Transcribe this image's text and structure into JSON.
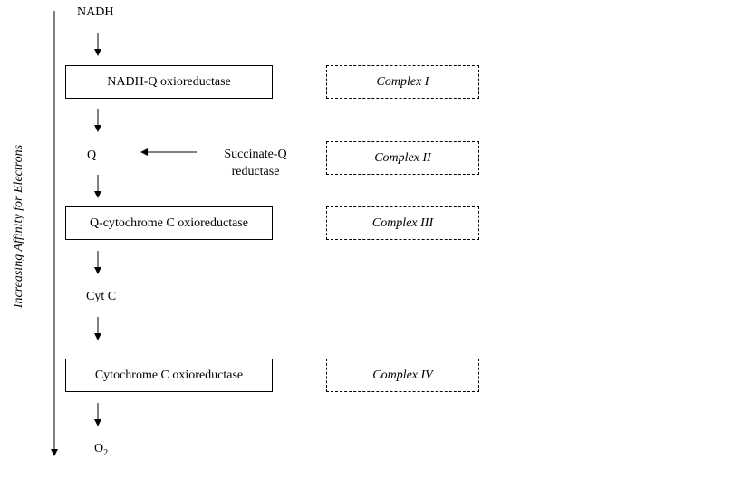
{
  "axis": {
    "label": "Increasing Affinity for Electrons"
  },
  "chain": {
    "nadh": "NADH",
    "complex1_name": "NADH-Q oxioreductase",
    "q": "Q",
    "complex3_name": "Q-cytochrome C oxioreductase",
    "cytc": "Cyt C",
    "complex4_name": "Cytochrome C oxioreductase",
    "o2_base": "O",
    "o2_sub": "2"
  },
  "side": {
    "succinate_line1": "Succinate-Q",
    "succinate_line2": "reductase"
  },
  "complexes": {
    "c1": "Complex I",
    "c2": "Complex II",
    "c3": "Complex III",
    "c4": "Complex IV"
  }
}
